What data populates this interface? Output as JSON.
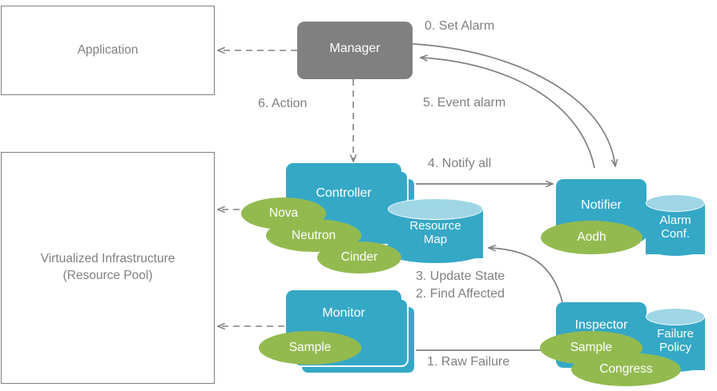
{
  "diagram": {
    "title": "OpenStack fault management architecture flow",
    "colors": {
      "gray": "#808080",
      "teal": "#35A8C6",
      "teal_light": "#9FD6E6",
      "green": "#93BA4F",
      "white": "#FFFFFF",
      "edge": "#808080"
    }
  },
  "containers": [
    {
      "id": "application",
      "label": "Application"
    },
    {
      "id": "infrastructure",
      "label": "Virtualized  Infrastructure\n(Resource Pool)"
    }
  ],
  "nodes": [
    {
      "id": "manager",
      "label": "Manager",
      "kind": "rounded-box",
      "fill": "gray"
    },
    {
      "id": "controller",
      "label": "Controller",
      "kind": "stacked-box",
      "fill": "teal",
      "layers": 3
    },
    {
      "id": "monitor",
      "label": "Monitor",
      "kind": "stacked-box",
      "fill": "teal",
      "layers": 3
    },
    {
      "id": "notifier",
      "label": "Notifier",
      "kind": "rounded-box",
      "fill": "teal"
    },
    {
      "id": "inspector",
      "label": "Inspector",
      "kind": "rounded-box",
      "fill": "teal"
    }
  ],
  "datastores": [
    {
      "id": "resource-map",
      "label": "Resource\nMap"
    },
    {
      "id": "alarm-conf",
      "label": "Alarm\nConf."
    },
    {
      "id": "failure-policy",
      "label": "Failure\nPolicy"
    }
  ],
  "tags": [
    {
      "id": "nova",
      "label": "Nova",
      "attached_to": "controller"
    },
    {
      "id": "neutron",
      "label": "Neutron",
      "attached_to": "controller"
    },
    {
      "id": "cinder",
      "label": "Cinder",
      "attached_to": "controller"
    },
    {
      "id": "sample-monitor",
      "label": "Sample",
      "attached_to": "monitor"
    },
    {
      "id": "aodh",
      "label": "Aodh",
      "attached_to": "notifier"
    },
    {
      "id": "sample-inspector",
      "label": "Sample",
      "attached_to": "inspector"
    },
    {
      "id": "congress",
      "label": "Congress",
      "attached_to": "inspector"
    }
  ],
  "edges": [
    {
      "id": "set-alarm",
      "label": "0. Set Alarm",
      "from": "manager",
      "to": "notifier",
      "style": "curved-solid"
    },
    {
      "id": "raw-failure",
      "label": "1. Raw Failure",
      "from": "monitor",
      "to": "inspector",
      "style": "solid"
    },
    {
      "id": "find-affected",
      "label": "2. Find Affected",
      "from": "inspector",
      "to": "resource-map",
      "style": "curved-solid"
    },
    {
      "id": "update-state",
      "label": "3. Update State",
      "from": "inspector",
      "to": "resource-map",
      "style": "curved-solid"
    },
    {
      "id": "notify-all",
      "label": "4. Notify all",
      "from": "controller",
      "to": "notifier",
      "style": "solid"
    },
    {
      "id": "event-alarm",
      "label": "5. Event alarm",
      "from": "notifier",
      "to": "manager",
      "style": "curved-solid"
    },
    {
      "id": "action",
      "label": "6. Action",
      "from": "manager",
      "to": "controller",
      "style": "dashed"
    },
    {
      "id": "manager-to-app",
      "label": "",
      "from": "manager",
      "to": "application",
      "style": "dashed"
    },
    {
      "id": "controller-to-infra",
      "label": "",
      "from": "controller",
      "to": "infrastructure",
      "style": "dashed"
    },
    {
      "id": "monitor-to-infra",
      "label": "",
      "from": "monitor",
      "to": "infrastructure",
      "style": "dashed"
    }
  ]
}
